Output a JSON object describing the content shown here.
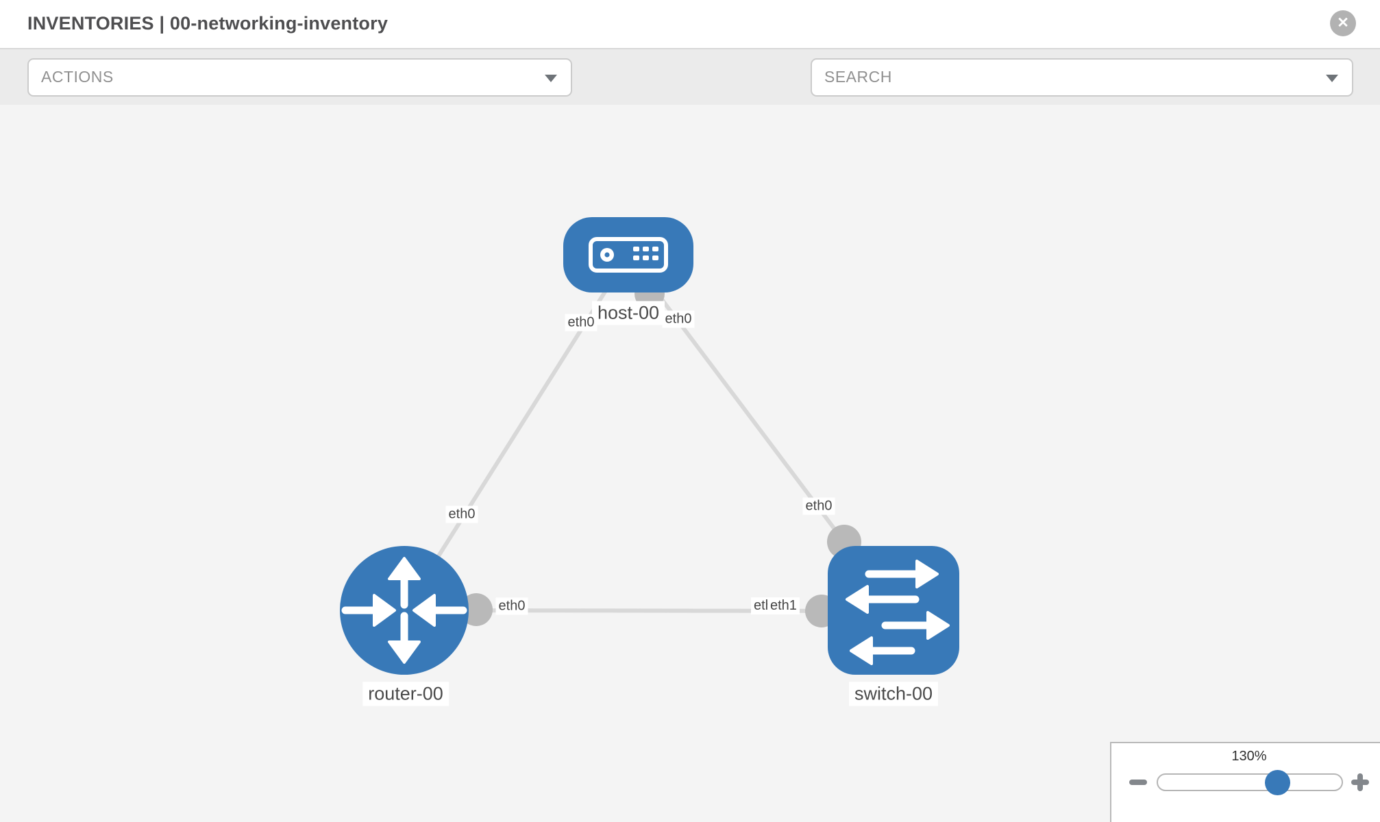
{
  "header": {
    "title": "INVENTORIES | 00-networking-inventory",
    "close_icon": "✕"
  },
  "toolbar": {
    "actions_label": "ACTIONS",
    "search_label": "SEARCH",
    "icons": {
      "wrench": "wrench-icon",
      "key": "key-icon",
      "caret": "caret-down-icon"
    }
  },
  "canvas": {
    "nodes": [
      {
        "id": "host-00",
        "label": "host-00",
        "type": "host",
        "shape": "rounded-rect",
        "icon": "server-icon"
      },
      {
        "id": "router-00",
        "label": "router-00",
        "type": "router",
        "shape": "circle",
        "icon": "router-arrows-icon"
      },
      {
        "id": "switch-00",
        "label": "switch-00",
        "type": "switch",
        "shape": "rounded-rect",
        "icon": "switch-arrows-icon"
      }
    ],
    "links": [
      {
        "from": "host-00",
        "from_if": "eth0",
        "to": "router-00",
        "to_if": "eth0"
      },
      {
        "from": "host-00",
        "from_if": "eth0",
        "to": "switch-00",
        "to_if": "eth0"
      },
      {
        "from": "router-00",
        "from_if": "eth0",
        "to": "switch-00",
        "to_if": "eth1",
        "to_if_overlap": "eth0"
      }
    ]
  },
  "zoom_panel": {
    "level": "130%",
    "percent": 130,
    "minus_icon": "minus-icon",
    "plus_icon": "plus-icon"
  },
  "colors": {
    "node_blue": "#3879b8",
    "link_gray": "#d8d8d8",
    "connector_gray": "#b9b9b9",
    "toolbar_bg": "#ebebeb",
    "canvas_bg": "#f4f4f4"
  }
}
